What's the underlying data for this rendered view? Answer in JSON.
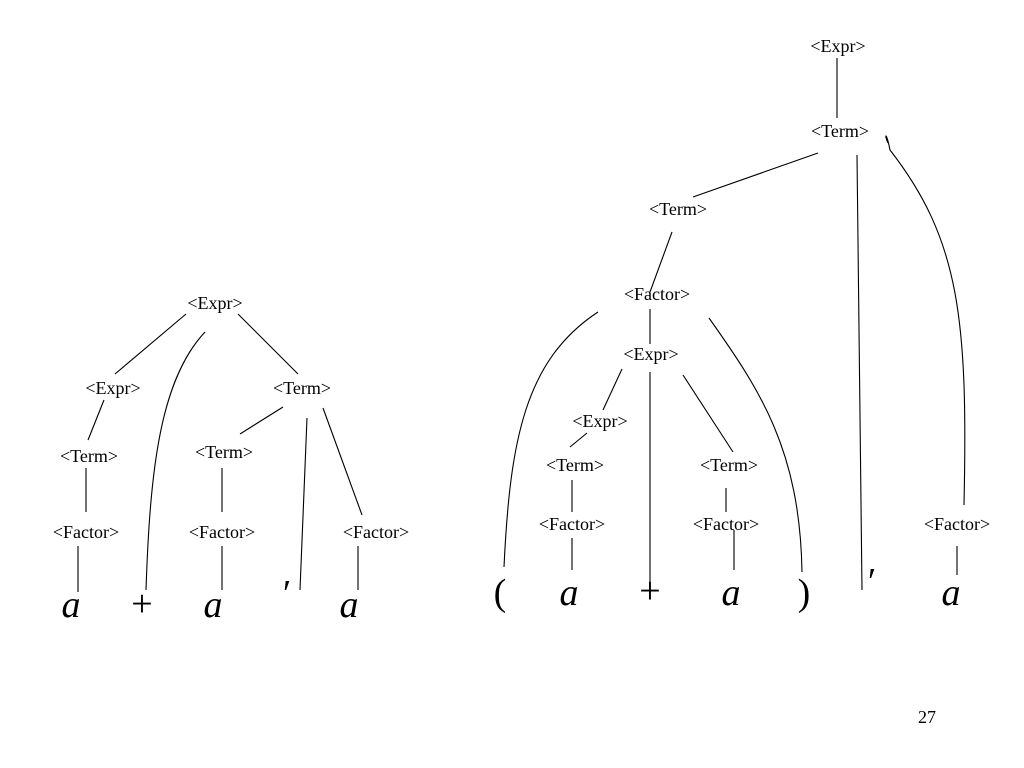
{
  "page_number": "27",
  "labels": {
    "expr": "<Expr>",
    "term": "<Term>",
    "factor": "<Factor>"
  },
  "tokens": {
    "a": "a",
    "plus": "+",
    "times": "′",
    "lparen": "(",
    "rparen": ")"
  }
}
